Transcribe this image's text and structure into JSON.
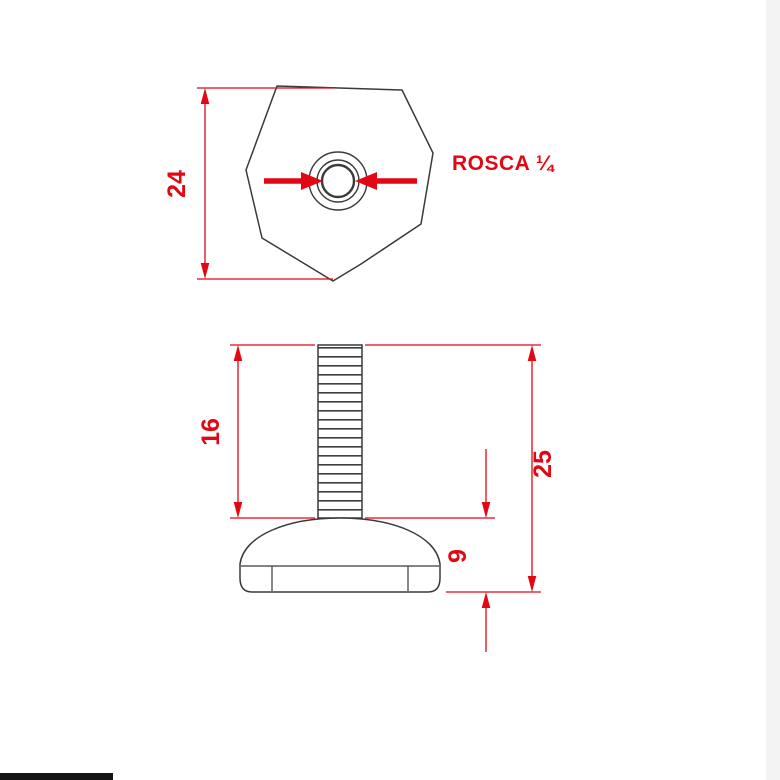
{
  "drawing": {
    "labels": {
      "thread": "ROSCA ¼"
    },
    "dimensions": {
      "top_view_size": "24",
      "thread_length": "16",
      "overall_height": "25",
      "base_height": "9"
    },
    "colors": {
      "dimension_red": "#e30613",
      "outline": "#3a3a3a",
      "background": "#ffffff"
    }
  }
}
